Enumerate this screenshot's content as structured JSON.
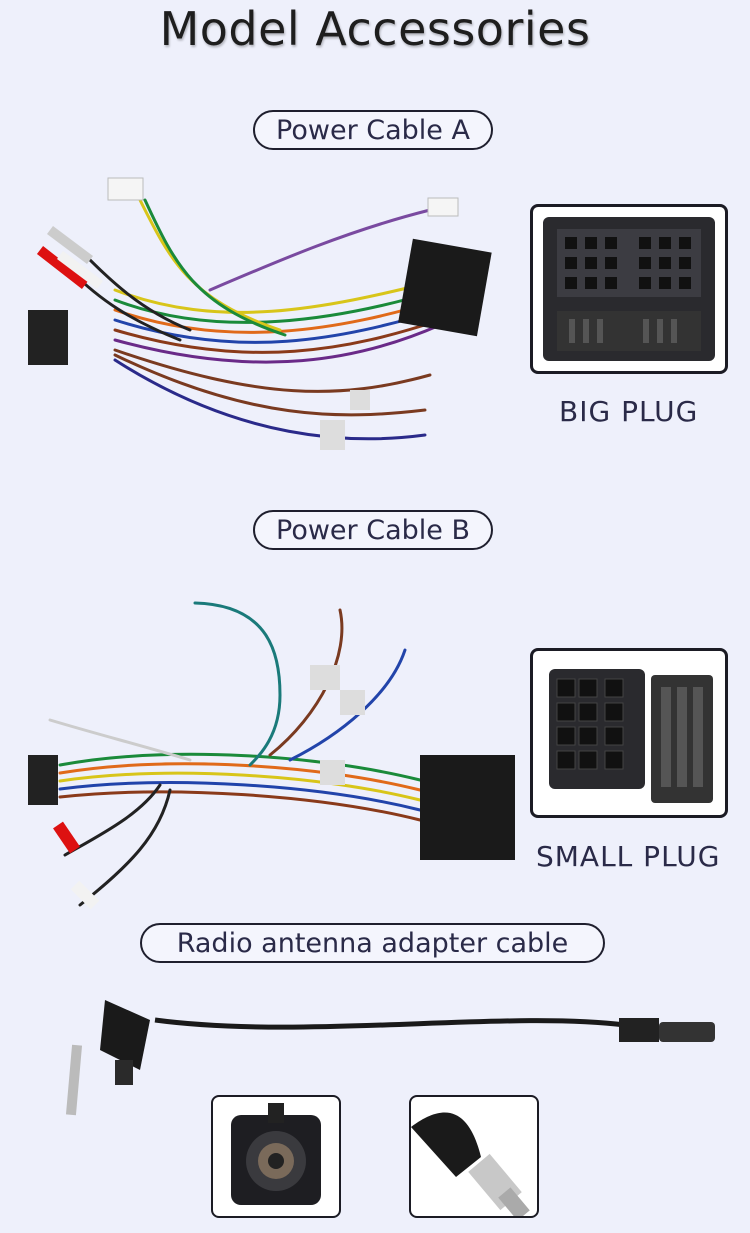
{
  "page": {
    "title": "Model Accessories",
    "background": "#eef0fb"
  },
  "sections": {
    "power_a": {
      "label": "Power Cable A"
    },
    "power_b": {
      "label": "Power Cable B"
    },
    "antenna": {
      "label": "Radio antenna adapter cable"
    }
  },
  "plugs": {
    "big": {
      "caption": "BIG PLUG"
    },
    "small": {
      "caption": "SMALL PLUG"
    }
  },
  "images": {
    "harness_a": "wire-harness-photo",
    "harness_b": "wire-harness-photo",
    "antenna_cable": "antenna-cable-photo",
    "connector_female": "connector-closeup",
    "connector_male": "connector-closeup"
  }
}
